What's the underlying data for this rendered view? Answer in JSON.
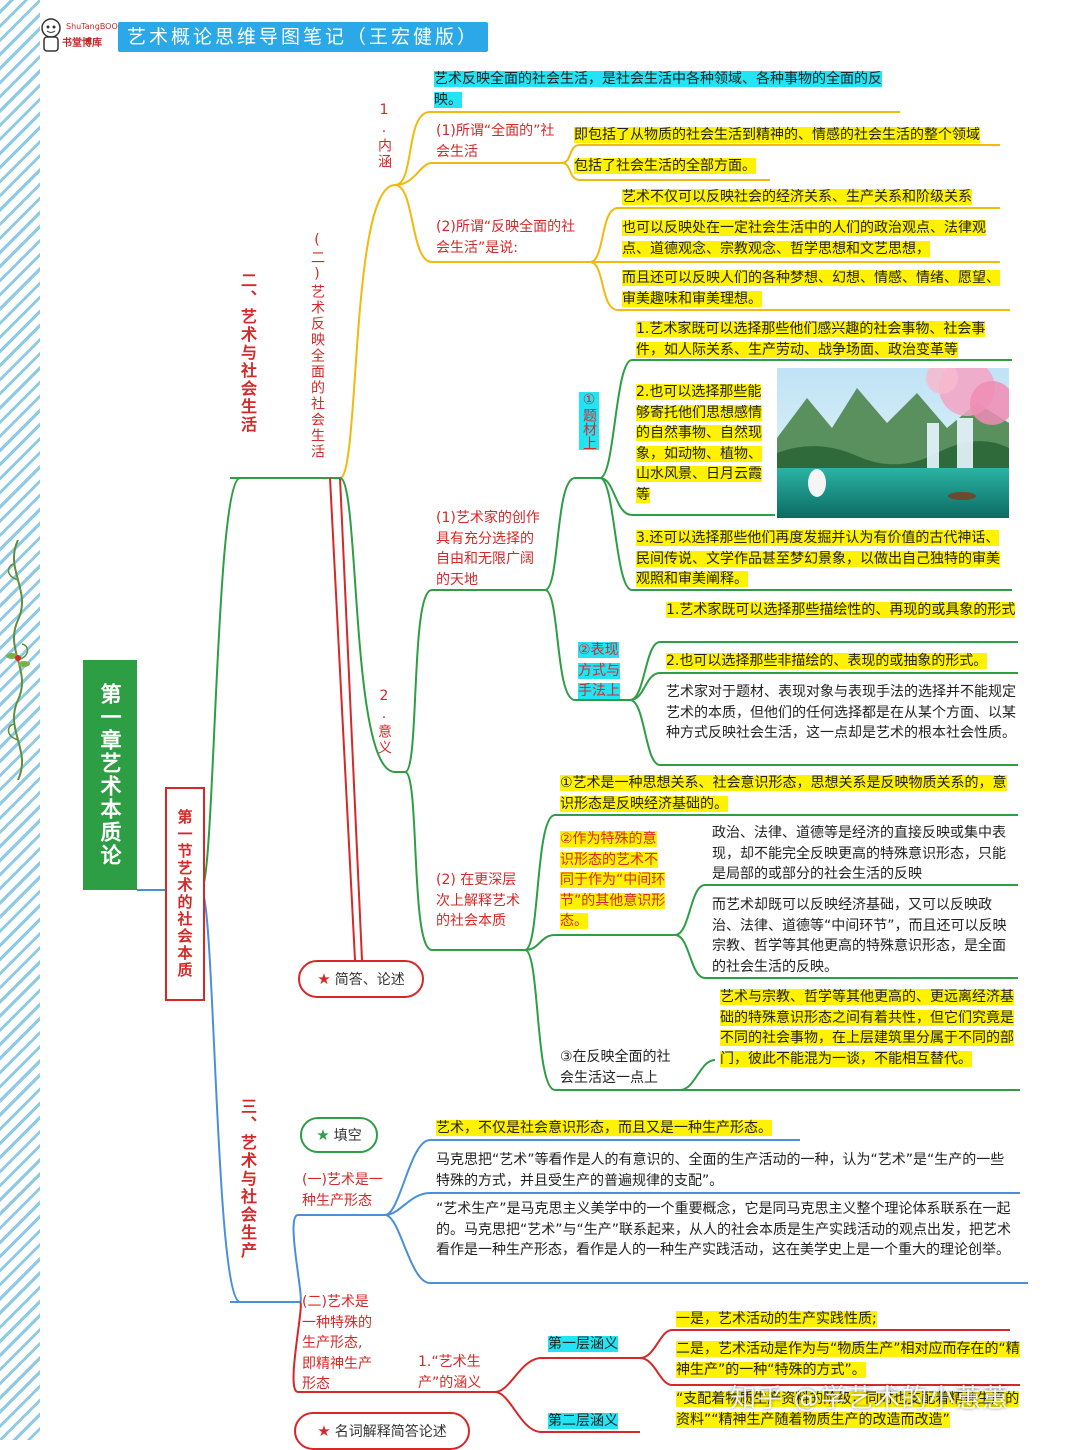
{
  "header": {
    "banner_title": "艺术概论思维导图笔记（王宏健版）",
    "logo_text": "书堂博库",
    "logo_sub": "ShuTangBOOK"
  },
  "chapter": "第一章艺术本质论",
  "section": "第一节艺术的社会本质",
  "part2": {
    "title": "二、艺术与社会生活",
    "sub": "(二)艺术反映全面的社会生活",
    "neihan": "1.内涵",
    "neihan_top": "艺术反映全面的社会生活，是社会生活中各种领域、各种事物的全面的反映。",
    "q1_label": "(1)所谓“全面的”社会生活",
    "q1_items": [
      "即包括了从物质的社会生活到精神的、情感的社会生活的整个领域",
      "包括了社会生活的全部方面。"
    ],
    "q2_label": "(2)所谓“反映全面的社会生活”是说:",
    "q2_items": [
      "艺术不仅可以反映社会的经济关系、生产关系和阶级关系",
      "也可以反映处在一定社会生活中的人们的政治观点、法律观点、道德观念、宗教观念、哲学思想和文艺思想，",
      "而且还可以反映人们的各种梦想、幻想、情感、情绪、愿望、审美趣味和审美理想。"
    ],
    "yiyi": "2.意义",
    "yy1_label": "(1)艺术家的创作具有充分选择的自由和无限广阔的天地",
    "ticai_label": "①题材上",
    "ticai_items": [
      "1.艺术家既可以选择那些他们感兴趣的社会事物、社会事件，如人际关系、生产劳动、战争场面、政治变革等",
      "2.也可以选择那些能够寄托他们思想感情的自然事物、自然现象，如动物、植物、山水风景、日月云霞等",
      "3.还可以选择那些他们再度发掘并认为有价值的古代神话、民间传说、文学作品甚至梦幻景象，以做出自己独特的审美观照和审美阐释。"
    ],
    "biaoxian_label": "②表现方式与手法上",
    "biaoxian_items": [
      "1.艺术家既可以选择那些描绘性的、再现的或具象的形式",
      "2.也可以选择那些非描绘的、表现的或抽象的形式。",
      "艺术家对于题材、表现对象与表现手法的选择并不能规定艺术的本质，但他们的任何选择都是在从某个方面、以某种方式反映社会生活，这一点却是艺术的根本社会性质。"
    ],
    "yy2_label": "(2) 在更深层次上解释艺术的社会本质",
    "deep1": "①艺术是一种思想关系、社会意识形态，思想关系是反映物质关系的，意识形态是反映经济基础的。",
    "deep2_label": "②作为特殊的意识形态的艺术不同于作为“中间环节”的其他意识形态。",
    "deep2_items": [
      "政治、法律、道德等是经济的直接反映或集中表现，却不能完全反映更高的特殊意识形态，只能是局部的或部分的社会生活的反映",
      "而艺术却既可以反映经济基础，又可以反映政治、法律、道德等“中间环节”，而且还可以反映宗教、哲学等其他更高的特殊意识形态，是全面的社会生活的反映。"
    ],
    "deep3_label": "③在反映全面的社会生活这一点上",
    "deep3_text": "艺术与宗教、哲学等其他更高的、更远离经济基础的特殊意识形态之间有着共性，但它们究竟是不同的社会事物，在上层建筑里分属于不同的部门，彼此不能混为一谈，不能相互替代。",
    "pill": "简答、论述"
  },
  "part3": {
    "title": "三、艺术与社会生产",
    "pill_fill": "填空",
    "s1_label": "(一)艺术是一种生产形态",
    "s1_items": [
      "艺术，不仅是社会意识形态，而且又是一种生产形态。",
      "马克思把“艺术”等看作是人的有意识的、全面的生产活动的一种，认为“艺术”是“生产的一些特殊的方式，并且受生产的普遍规律的支配”。",
      "“艺术生产”是马克思主义美学中的一个重要概念，它是同马克思主义整个理论体系联系在一起的。马克思把“艺术”与“生产”联系起来，从人的社会本质是生产实践活动的观点出发，把艺术看作是一种生产形态，看作是人的一种生产实践活动，这在美学史上是一个重大的理论创举。"
    ],
    "s2_label": "(二)艺术是一种特殊的生产形态,即精神生产形态",
    "s2_sub": "1.“艺术生产”的涵义",
    "layer1": "第一层涵义",
    "layer1_items": [
      "一是，艺术活动的生产实践性质;",
      "二是，艺术活动是作为与“物质生产”相对应而存在的“精神生产”的一种“特殊的方式”。"
    ],
    "layer2": "第二层涵义",
    "layer2_text": "“支配着物质生产资料的阶级，同时也支配着精神生产的资料”“精神生产随着物质生产的改造而改造”",
    "pill_term": "名词解释简答论述"
  },
  "watermark": "知乎 @学艺术的小蕙蕙",
  "colors": {
    "yellow_branch": "#f2b90f",
    "green_branch": "#2e9e45",
    "red_branch": "#d62828",
    "blue_branch": "#4a90d9",
    "highlight": "#fff200",
    "cyan": "#22e4f4"
  }
}
